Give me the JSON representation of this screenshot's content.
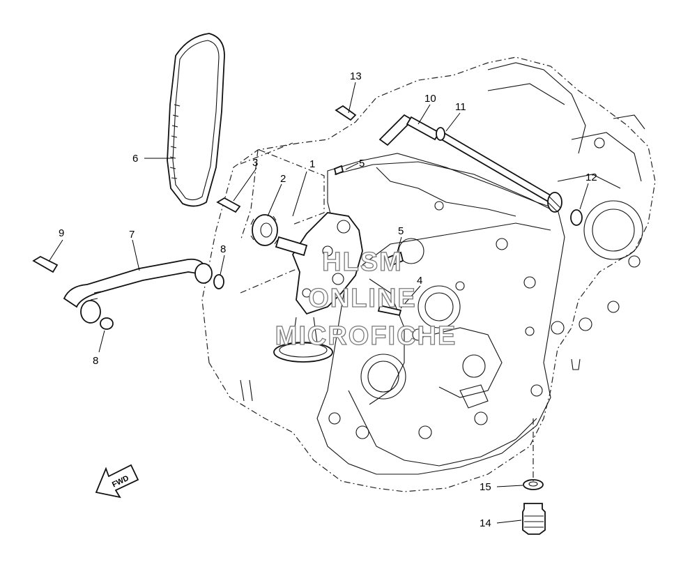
{
  "diagram": {
    "callouts": [
      {
        "id": "c1",
        "text": "1"
      },
      {
        "id": "c2",
        "text": "2"
      },
      {
        "id": "c3",
        "text": "3"
      },
      {
        "id": "c4",
        "text": "4"
      },
      {
        "id": "c5a",
        "text": "5"
      },
      {
        "id": "c5b",
        "text": "5"
      },
      {
        "id": "c6",
        "text": "6"
      },
      {
        "id": "c7",
        "text": "7"
      },
      {
        "id": "c8a",
        "text": "8"
      },
      {
        "id": "c8b",
        "text": "8"
      },
      {
        "id": "c9",
        "text": "9"
      },
      {
        "id": "c10",
        "text": "10"
      },
      {
        "id": "c11",
        "text": "11"
      },
      {
        "id": "c12",
        "text": "12"
      },
      {
        "id": "c13",
        "text": "13"
      },
      {
        "id": "c14",
        "text": "14"
      },
      {
        "id": "c15",
        "text": "15"
      }
    ],
    "direction_arrow_label": "FWD",
    "watermark": [
      "HLSM",
      "ONLINE",
      "MICROFICHE"
    ]
  }
}
